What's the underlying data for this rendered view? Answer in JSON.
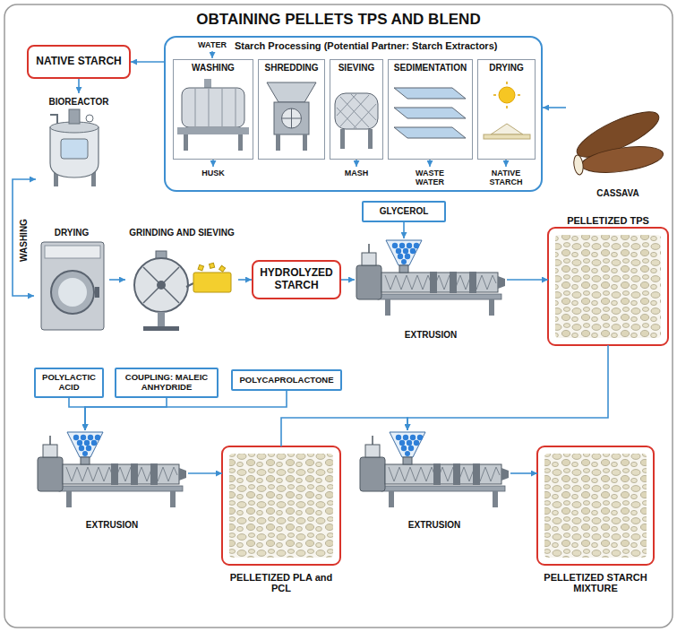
{
  "diagram": {
    "title": "OBTAINING PELLETS TPS AND BLEND",
    "nodes": [
      {
        "text": [
          "NATIVE STARCH"
        ]
      },
      {
        "text": [
          "Starch Processing (Potential Partner: Starch Extractors)"
        ]
      },
      {
        "text": [
          "WASHING"
        ],
        "in": 1
      },
      {
        "text": [
          "SHREDDING"
        ],
        "in": 1
      },
      {
        "text": [
          "SIEVING"
        ],
        "in": 1
      },
      {
        "text": [
          "SEDIMENTATION"
        ],
        "in": 1
      },
      {
        "text": [
          "DRYING"
        ],
        "in": 1
      },
      {
        "text": [
          "CASSAVA"
        ]
      },
      {
        "text": [
          "BIOREACTOR"
        ]
      },
      {
        "text": [
          "DRYING"
        ]
      },
      {
        "text": [
          "GRINDING AND SIEVING"
        ]
      },
      {
        "text": [
          "HYDROLYZED STARCH"
        ]
      },
      {
        "text": [
          "GLYCEROL"
        ]
      },
      {
        "text": [
          "EXTRUSION"
        ]
      },
      {
        "text": [
          "PELLETIZED TPS"
        ]
      },
      {
        "text": [
          "POLYLACTIC ACID"
        ]
      },
      {
        "text": [
          "COUPLING: MALEIC ANHYDRIDE"
        ]
      },
      {
        "text": [
          "POLYCAPROLACTONE"
        ]
      },
      {
        "text": [
          "EXTRUSION"
        ]
      },
      {
        "text": [
          "PELLETIZED PLA and PCL"
        ]
      },
      {
        "text": [
          "EXTRUSION"
        ]
      },
      {
        "text": [
          "PELLETIZED STARCH MIXTURE"
        ]
      }
    ],
    "edges": [
      {
        "from": 7,
        "to": 1,
        "arrow": "to"
      },
      {
        "from": 1,
        "to": 0,
        "arrow": "to"
      },
      {
        "from": 0,
        "to": 8,
        "arrow": "to"
      },
      {
        "from": 8,
        "to": 9,
        "label": "WASHING",
        "arrow": "both"
      },
      {
        "from": 9,
        "to": 10,
        "arrow": "to"
      },
      {
        "from": 10,
        "to": 11,
        "arrow": "to"
      },
      {
        "from": 11,
        "to": 13,
        "arrow": "to"
      },
      {
        "from": 12,
        "to": 13,
        "arrow": "to"
      },
      {
        "from": 13,
        "to": 14,
        "arrow": "to"
      },
      {
        "from": 15,
        "to": 18,
        "arrow": "to"
      },
      {
        "from": 16,
        "to": 18,
        "arrow": "to"
      },
      {
        "from": 17,
        "to": 18,
        "arrow": "to"
      },
      {
        "from": 18,
        "to": 19,
        "arrow": "to"
      },
      {
        "from": 14,
        "to": 20,
        "arrow": "to"
      },
      {
        "from": 19,
        "to": 20,
        "arrow": "to"
      },
      {
        "from": 20,
        "to": 21,
        "arrow": "to"
      }
    ],
    "labels": [
      "WATER",
      "HUSK",
      "MASH",
      "WASTE WATER",
      "NATIVE STARCH"
    ]
  }
}
